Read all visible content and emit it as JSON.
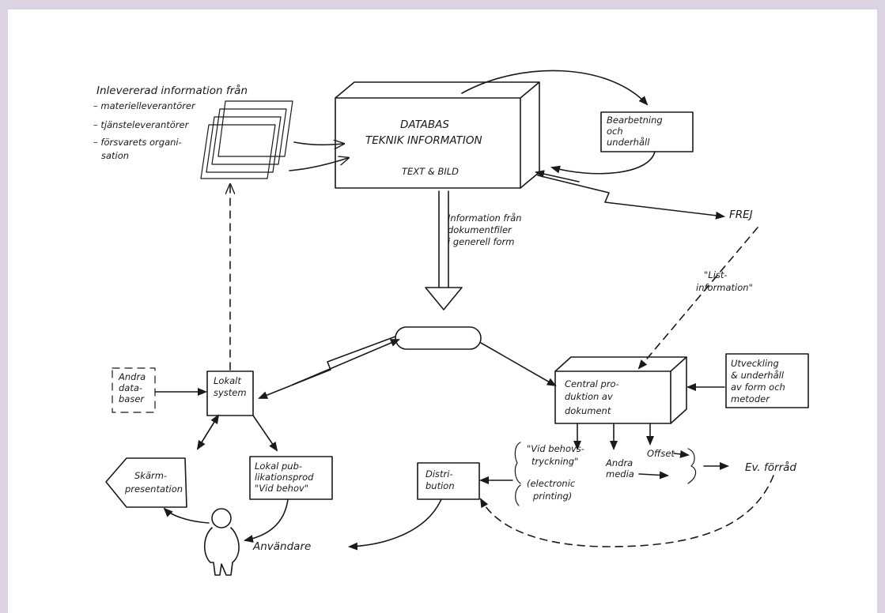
{
  "sources": {
    "title": "Inlevererad information från",
    "items": [
      "– materielleverantörer",
      "– tjänsteleverantörer",
      "– försvarets organi-",
      "sation"
    ]
  },
  "database": {
    "line1": "DATABAS",
    "line2": "TEKNIK INFORMATION",
    "line3": "TEXT & BILD"
  },
  "processing": [
    "Bearbetning",
    "och",
    "underhåll"
  ],
  "frej": "FREJ",
  "transfer_label": [
    "Information från",
    "dokumentfiler",
    "i generell form"
  ],
  "list_info": [
    "\"List-",
    "information\""
  ],
  "other_databases": [
    "Andra",
    "data-",
    "baser"
  ],
  "local_system": [
    "Lokalt",
    "system"
  ],
  "central_production": [
    "Central pro-",
    "duktion av",
    "dokument"
  ],
  "development": [
    "Utveckling",
    "& underhåll",
    "av form och",
    "metoder"
  ],
  "screen": [
    "Skärm-",
    "presentation"
  ],
  "local_publication": [
    "Lokal pub-",
    "likationsprod",
    "\"Vid behov\""
  ],
  "distribution": [
    "Distri-",
    "bution"
  ],
  "on_demand": [
    "\"Vid behovs-",
    "tryckning\"",
    "(electronic",
    "printing)"
  ],
  "other_media": [
    "Andra",
    "media"
  ],
  "offset": "Offset",
  "storage": "Ev. förråd",
  "users": "Användare"
}
